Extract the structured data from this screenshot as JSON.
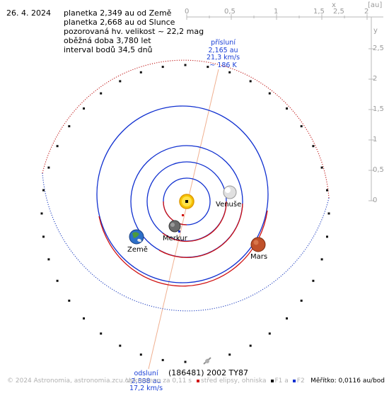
{
  "header": {
    "date": "26. 4. 2024",
    "line1": "planetka 2,349 au od Země",
    "line2": "planetka 2,668 au od Slunce",
    "line3": "pozorovaná hv. velikost ~ 22,2 mag",
    "line4": "oběžná doba 3,780 let",
    "line5": "interval bodů 34,5 dnů"
  },
  "scale_top": {
    "ticks": [
      "0",
      "0,5",
      "1",
      "1,5",
      "2",
      "2,5"
    ],
    "axis_label_x": "x",
    "axis_unit": "[au]"
  },
  "scale_right": {
    "ticks": [
      "2,5",
      "2",
      "1,5",
      "1",
      "0,5",
      "0"
    ],
    "axis_label_y": "y"
  },
  "perihelion": {
    "title": "přísluní",
    "dist": "2,165 au",
    "speed": "21,3 km/s",
    "temp": "~ 186 K"
  },
  "aphelion": {
    "title": "odsluní",
    "dist": "2,888 au",
    "speed": "17,2 km/s"
  },
  "planets": {
    "venus": "Venuše",
    "earth": "Země",
    "mercury": "Merkur",
    "mars": "Mars"
  },
  "object_name": "(186481) 2002 TY87",
  "footer": {
    "copyright": "© 2024 Astronomia, astronomia.zcu.cz",
    "render": "Vykresleno za 0,11 s",
    "legend_center": "střed elipsy, ohniska",
    "legend_f1": "F1 a",
    "legend_f2": "F2"
  },
  "meritko": "Měřítko: 0,0116 au/bod",
  "colors": {
    "orbit_blue": "#1030d0",
    "orbit_red": "#d01010",
    "asteroid_blue": "#2040c0",
    "asteroid_red": "#c01818",
    "axis_line": "#f0b090"
  }
}
